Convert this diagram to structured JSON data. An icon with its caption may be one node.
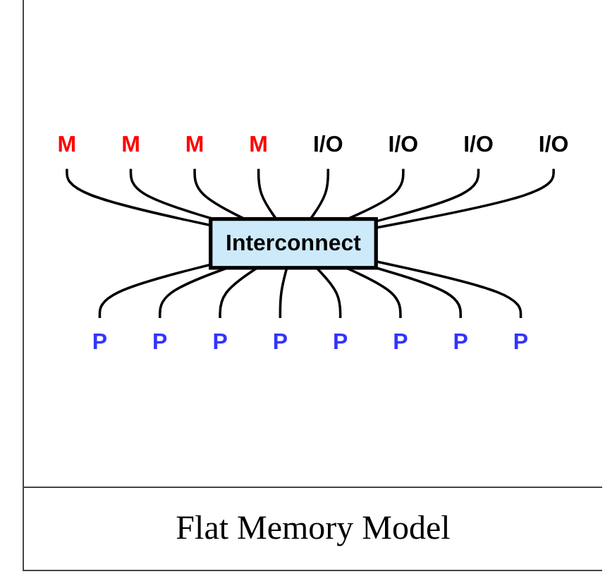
{
  "diagram": {
    "caption": "Flat Memory Model",
    "nodes": [
      {
        "text": [
          "M"
        ]
      },
      {
        "text": [
          "M"
        ]
      },
      {
        "text": [
          "M"
        ]
      },
      {
        "text": [
          "M"
        ]
      },
      {
        "text": [
          "I/O"
        ]
      },
      {
        "text": [
          "I/O"
        ]
      },
      {
        "text": [
          "I/O"
        ]
      },
      {
        "text": [
          "I/O"
        ]
      },
      {
        "text": [
          "Interconnect"
        ]
      },
      {
        "text": [
          "P"
        ]
      },
      {
        "text": [
          "P"
        ]
      },
      {
        "text": [
          "P"
        ]
      },
      {
        "text": [
          "P"
        ]
      },
      {
        "text": [
          "P"
        ]
      },
      {
        "text": [
          "P"
        ]
      },
      {
        "text": [
          "P"
        ]
      },
      {
        "text": [
          "P"
        ]
      }
    ],
    "edges": [
      {
        "from": 0,
        "to": 8,
        "arrow": "none"
      },
      {
        "from": 1,
        "to": 8,
        "arrow": "none"
      },
      {
        "from": 2,
        "to": 8,
        "arrow": "none"
      },
      {
        "from": 3,
        "to": 8,
        "arrow": "none"
      },
      {
        "from": 4,
        "to": 8,
        "arrow": "none"
      },
      {
        "from": 5,
        "to": 8,
        "arrow": "none"
      },
      {
        "from": 6,
        "to": 8,
        "arrow": "none"
      },
      {
        "from": 7,
        "to": 8,
        "arrow": "none"
      },
      {
        "from": 8,
        "to": 9,
        "arrow": "none"
      },
      {
        "from": 8,
        "to": 10,
        "arrow": "none"
      },
      {
        "from": 8,
        "to": 11,
        "arrow": "none"
      },
      {
        "from": 8,
        "to": 12,
        "arrow": "none"
      },
      {
        "from": 8,
        "to": 13,
        "arrow": "none"
      },
      {
        "from": 8,
        "to": 14,
        "arrow": "none"
      },
      {
        "from": 8,
        "to": 15,
        "arrow": "none"
      },
      {
        "from": 8,
        "to": 16,
        "arrow": "none"
      }
    ]
  }
}
